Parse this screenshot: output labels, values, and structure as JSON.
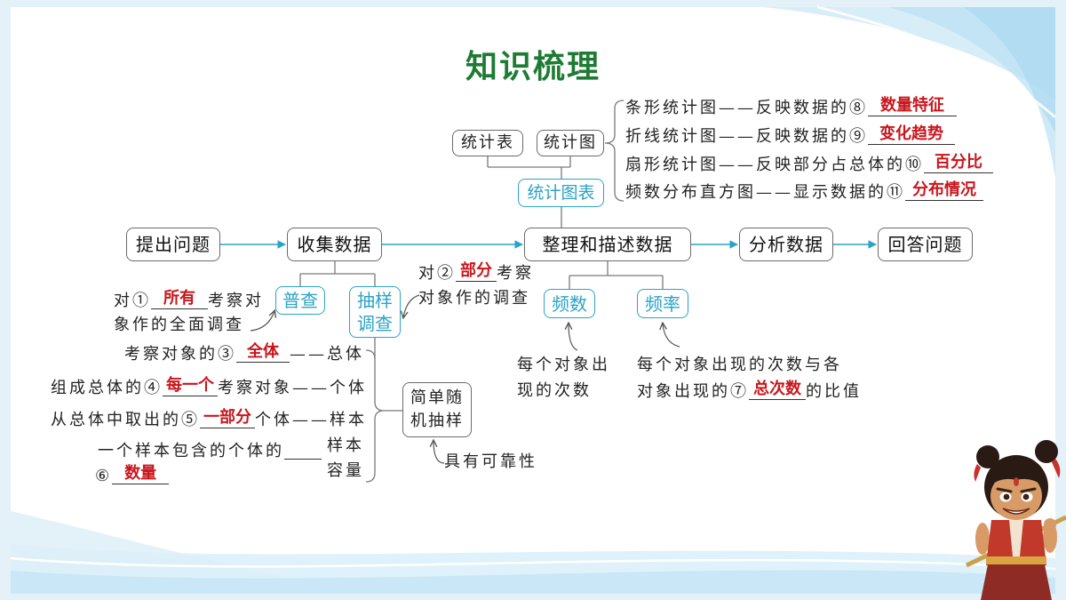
{
  "title": "知识梳理",
  "colors": {
    "title": "#1e7b34",
    "answer": "#c8161d",
    "accent": "#2ba3c6",
    "border": "#6b6b6b",
    "text": "#222222"
  },
  "statistics_charts": {
    "table_label": "统计表",
    "graph_label": "统计图",
    "chart_table_label": "统计图表",
    "types": [
      {
        "text": "条形统计图——反映数据的⑧",
        "answer": "数量特征"
      },
      {
        "text": "折线统计图——反映数据的⑨",
        "answer": "变化趋势"
      },
      {
        "text": "扇形统计图——反映部分占总体的⑩",
        "answer": "百分比"
      },
      {
        "text": "频数分布直方图——显示数据的⑪",
        "answer": "分布情况"
      }
    ]
  },
  "flow": [
    "提出问题",
    "收集数据",
    "整理和描述数据",
    "分析数据",
    "回答问题"
  ],
  "collect_data": {
    "census": {
      "label": "普查",
      "note_before": "对①",
      "answer": "所有",
      "note_after": "考察对",
      "note_line2": "象作的全面调查"
    },
    "sampling": {
      "label_line1": "抽样",
      "label_line2": "调查",
      "note_before": "对②",
      "answer": "部分",
      "note_after": "考察",
      "note_line2": "对象作的调查"
    },
    "concepts": [
      {
        "before": "考察对象的③",
        "answer": "全体",
        "after": "——总体"
      },
      {
        "before": "组成总体的④",
        "answer": "每一个",
        "after": "考察对象——个体"
      },
      {
        "before": "从总体中取出的⑤",
        "answer": "一部分",
        "after": "个体——样本"
      }
    ],
    "sample_size": {
      "before": "一个样本包含的个体的",
      "term_line1": "样本",
      "term_line2": "容量",
      "marker": "⑥",
      "answer": "数量"
    },
    "simple_random_sampling": {
      "line1": "简单随",
      "line2": "机抽样",
      "note": "具有可靠性"
    }
  },
  "describe_data": {
    "frequency": {
      "label": "频数",
      "note_line1": "每个对象出",
      "note_line2": "现的次数"
    },
    "relative_frequency": {
      "label": "频率",
      "note_line1": "每个对象出现的次数与各",
      "note_before": "对象出现的⑦",
      "answer": "总次数",
      "note_after": "的比值"
    }
  },
  "illustration": {
    "icon": "cartoon-character"
  }
}
